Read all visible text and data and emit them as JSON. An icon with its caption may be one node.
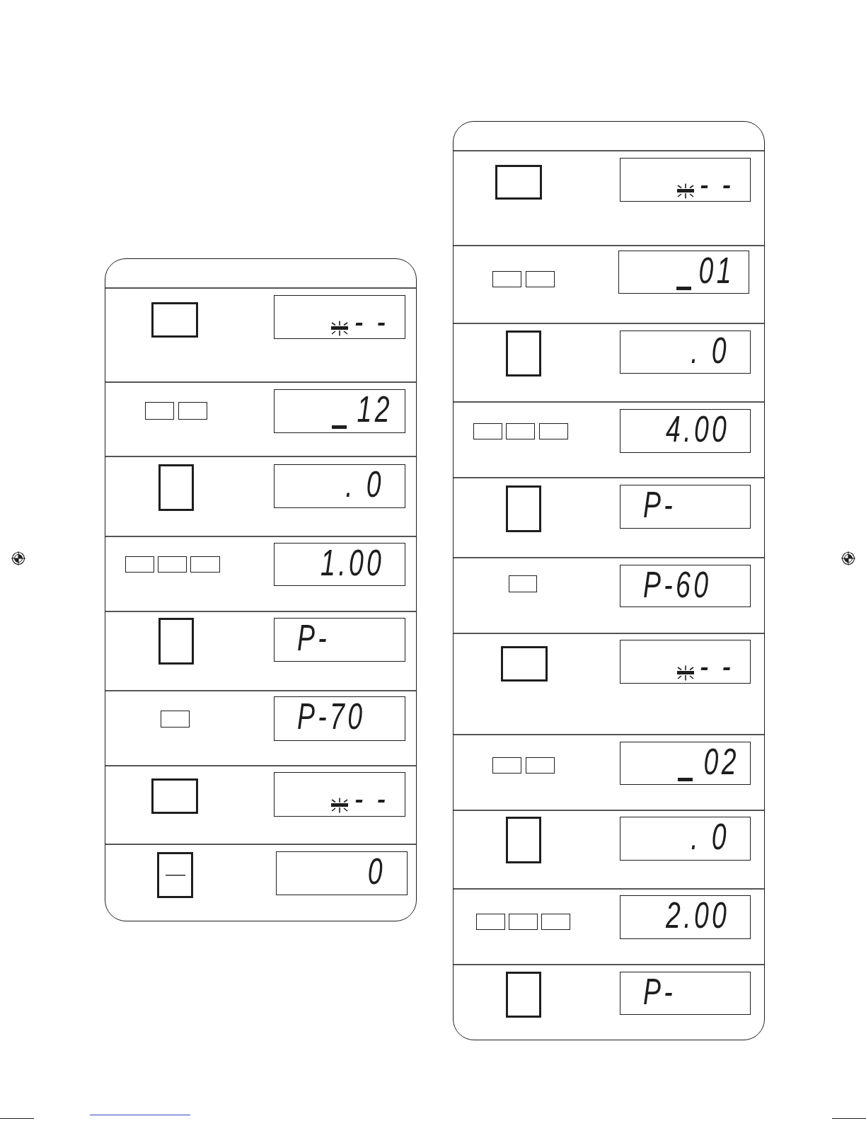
{
  "diagram": {
    "nodes": [
      {
        "text": [],
        "shape": "box"
      },
      {
        "text": [],
        "shape": "box",
        "in": 0
      },
      {
        "text": [
          "- -"
        ],
        "in": 0
      },
      {
        "text": [],
        "shape": "box",
        "in": 0
      },
      {
        "text": [],
        "shape": "box",
        "in": 0
      },
      {
        "text": [
          "12"
        ],
        "in": 0
      },
      {
        "text": [],
        "shape": "box",
        "in": 0
      },
      {
        "text": [
          ". 0"
        ],
        "in": 0
      },
      {
        "text": [],
        "shape": "box",
        "in": 0
      },
      {
        "text": [],
        "shape": "box",
        "in": 0
      },
      {
        "text": [],
        "shape": "box",
        "in": 0
      },
      {
        "text": [
          "1.00"
        ],
        "in": 0
      },
      {
        "text": [],
        "shape": "box",
        "in": 0
      },
      {
        "text": [
          "P-"
        ],
        "in": 0
      },
      {
        "text": [],
        "shape": "box",
        "in": 0
      },
      {
        "text": [
          "P-70"
        ],
        "in": 0
      },
      {
        "text": [],
        "shape": "box",
        "in": 0
      },
      {
        "text": [
          "- -"
        ],
        "in": 0
      },
      {
        "text": [],
        "shape": "box",
        "in": 0
      },
      {
        "text": [
          "0"
        ],
        "in": 0
      },
      {
        "text": [],
        "shape": "box"
      },
      {
        "text": [],
        "shape": "box",
        "in": 20
      },
      {
        "text": [
          "- -"
        ],
        "in": 20
      },
      {
        "text": [],
        "shape": "box",
        "in": 20
      },
      {
        "text": [],
        "shape": "box",
        "in": 20
      },
      {
        "text": [
          "01"
        ],
        "in": 20
      },
      {
        "text": [],
        "shape": "box",
        "in": 20
      },
      {
        "text": [
          ". 0"
        ],
        "in": 20
      },
      {
        "text": [],
        "shape": "box",
        "in": 20
      },
      {
        "text": [],
        "shape": "box",
        "in": 20
      },
      {
        "text": [],
        "shape": "box",
        "in": 20
      },
      {
        "text": [
          "4.00"
        ],
        "in": 20
      },
      {
        "text": [],
        "shape": "box",
        "in": 20
      },
      {
        "text": [
          "P-"
        ],
        "in": 20
      },
      {
        "text": [],
        "shape": "box",
        "in": 20
      },
      {
        "text": [
          "P-60"
        ],
        "in": 20
      },
      {
        "text": [],
        "shape": "box",
        "in": 20
      },
      {
        "text": [
          "- -"
        ],
        "in": 20
      },
      {
        "text": [],
        "shape": "box",
        "in": 20
      },
      {
        "text": [],
        "shape": "box",
        "in": 20
      },
      {
        "text": [
          "02"
        ],
        "in": 20
      },
      {
        "text": [],
        "shape": "box",
        "in": 20
      },
      {
        "text": [
          ". 0"
        ],
        "in": 20
      },
      {
        "text": [],
        "shape": "box",
        "in": 20
      },
      {
        "text": [],
        "shape": "box",
        "in": 20
      },
      {
        "text": [],
        "shape": "box",
        "in": 20
      },
      {
        "text": [
          "2.00"
        ],
        "in": 20
      },
      {
        "text": [],
        "shape": "box",
        "in": 20
      },
      {
        "text": [
          "P-"
        ],
        "in": 20
      }
    ]
  }
}
